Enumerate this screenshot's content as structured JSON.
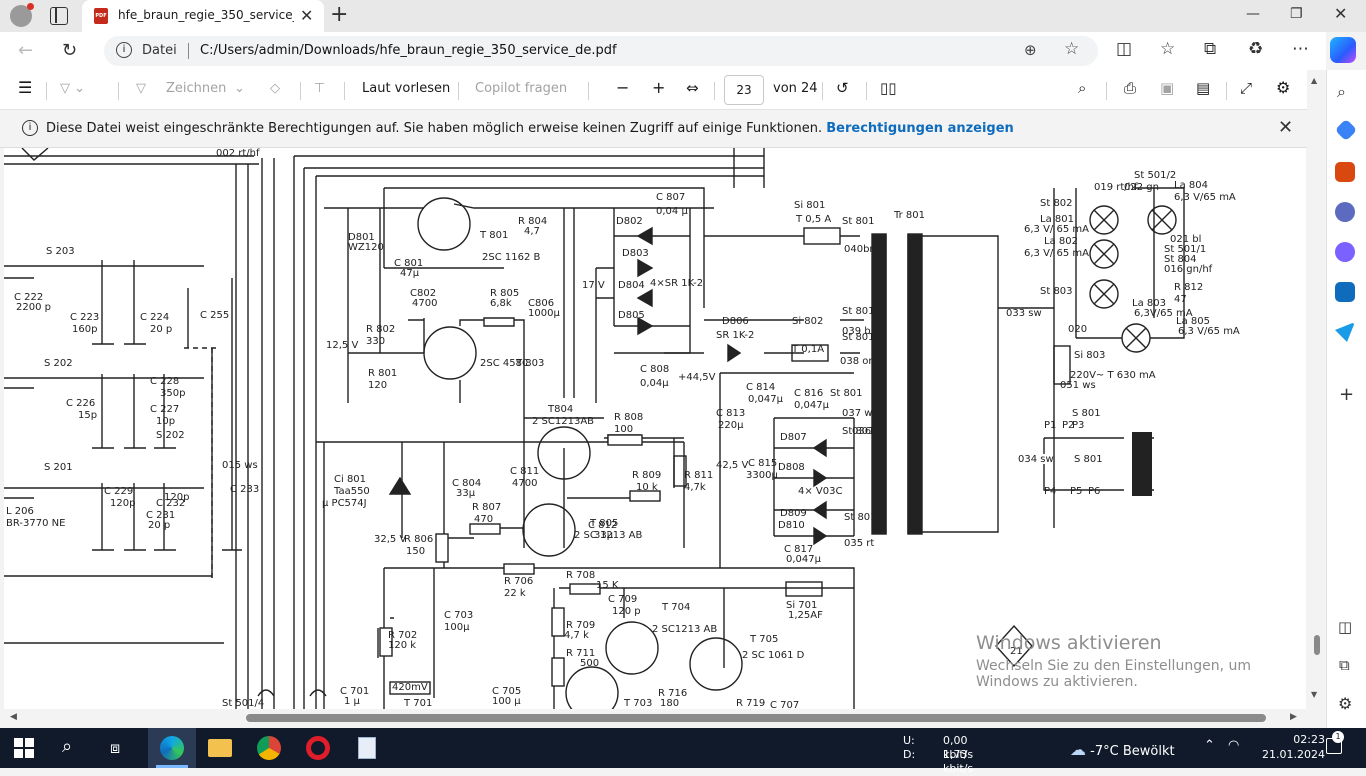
{
  "browser": {
    "tab_title": "hfe_braun_regie_350_service_de.pdf",
    "pdf_badge": "PDF",
    "address": {
      "site_label": "Datei",
      "url": "C:/Users/admin/Downloads/hfe_braun_regie_350_service_de.pdf"
    }
  },
  "pdf_toolbar": {
    "draw_label": "Zeichnen",
    "read_aloud_label": "Laut vorlesen",
    "copilot_label": "Copilot fragen",
    "page_number": "23",
    "page_total": "von 24"
  },
  "infobar": {
    "message": "Diese Datei weist eingeschränkte Berechtigungen auf. Sie haben möglich erweise keinen Zugriff auf einige Funktionen.",
    "link": "Berechtigungen anzeigen"
  },
  "watermark": {
    "title": "Windows aktivieren",
    "subtitle": "Wechseln Sie zu den Einstellungen, um Windows zu aktivieren."
  },
  "schematic": {
    "labels": [
      "002 rt/hf",
      "D801",
      "WZ120",
      "C 801",
      "47µ",
      "T 801",
      "R 804",
      "4,7",
      "2SC 1162 B",
      "C 807",
      "0,04 µ",
      "D802",
      "D803",
      "4×SR 1K-2",
      "D804",
      "D805",
      "C 808",
      "0,04µ",
      "17 V",
      "C802",
      "4700",
      "R 805",
      "6,8k",
      "C806",
      "1000µ",
      "R 802",
      "330",
      "R 801",
      "120",
      "12,5 V",
      "T 803",
      "2SC 458C",
      "S 203",
      "C 222",
      "2200 p",
      "C 223",
      "160p",
      "C 224",
      "20 p",
      "C 255",
      "S 202",
      "C 228",
      "350p",
      "C 226",
      "15p",
      "C 227",
      "10p",
      "S 202",
      "S 201",
      "C 232",
      "120p",
      "C 229",
      "120p",
      "C 231",
      "20 p",
      "L 206",
      "BR-3770 NE",
      "015 ws",
      "C 233",
      "T804",
      "2 SC1213AB",
      "R 808",
      "100",
      "Ci 801",
      "Taa550",
      "µ PC574J",
      "C 804",
      "33µ",
      "C 811",
      "4700",
      "R 809",
      "10 k",
      "R 811",
      "4,7k",
      "R 807",
      "470",
      "T 805",
      "2 SC 1213 AB",
      "C 812",
      "33µ",
      "R 806",
      "150",
      "32,5 V",
      "Si 801",
      "T 0,5 A",
      "St 801",
      "040br",
      "Tr 801",
      "D806",
      "SR 1K-2",
      "Si 802",
      "T 0,1A",
      "St 801",
      "039 bl",
      "St 801",
      "038 or",
      "+44,5V",
      "C 814",
      "0,047µ",
      "C 813",
      "220µ",
      "C 816",
      "0,047µ",
      "St 801",
      "037 ws",
      "St 801",
      "036 rt",
      "D807",
      "D808",
      "4× V03C",
      "D809",
      "D810",
      "C 815",
      "3300µ",
      "C 817",
      "0,047µ",
      "St 801",
      "035 rt",
      "42,5 V",
      "St 501/2",
      "022 gn",
      "La 804",
      "6,3 V/65 mA",
      "019 rt/hf",
      "St 802",
      "La 801",
      "6,3 V/ 65 mA",
      "La 802",
      "6,3 V/ 65 mA",
      "021 bl",
      "St 501/1",
      "St 804",
      "016 gn/hf",
      "St 803",
      "R 812",
      "47",
      "La 803",
      "6,3V/65 mA",
      "La 805",
      "6,3 V/65 mA",
      "033 sw",
      "020",
      "Si 803",
      "220V~ T 630 mA",
      "051 ws",
      "S 801",
      "P1",
      "P2",
      "P3",
      "034 sw",
      "S 801",
      "P4",
      "P5",
      "P6",
      "R 706",
      "22 k",
      "R 708",
      "15 K",
      "C 709",
      "120 p",
      "T 704",
      "2 SC1213 AB",
      "T 705",
      "2 SC 1061 D",
      "Si 701",
      "1,25AF",
      "R 709",
      "4,7 k",
      "R 711",
      "500",
      "R 702",
      "120 k",
      "C 703",
      "100µ",
      "420mV",
      "T 701",
      "C 705",
      "100 µ",
      "T 703",
      "R 716",
      "180",
      "R 719",
      "C 707",
      "C 701",
      "1 µ",
      "St 501/4",
      "21"
    ]
  },
  "taskbar": {
    "net_up_label": "U:",
    "net_up_value": "0,00 kbit/s",
    "net_down_label": "D:",
    "net_down_value": "1,73 kbit/s",
    "temperature": "-7°C",
    "weather_text": "Bewölkt",
    "time": "02:23",
    "date": "21.01.2024"
  },
  "colors": {
    "accent": "#0f6cbd",
    "taskbar_bg": "#101a2b",
    "watermark": "#8e8e8e"
  }
}
